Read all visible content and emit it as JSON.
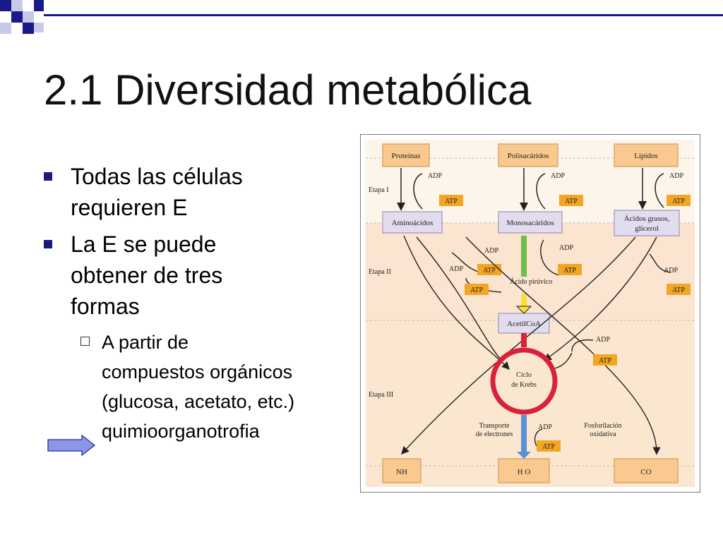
{
  "slide": {
    "title": "2.1 Diversidad metabólica",
    "bullets": [
      {
        "text_lines": [
          "Todas las células",
          "requieren E"
        ]
      },
      {
        "text_lines": [
          "La E se puede",
          "obtener de tres",
          "formas"
        ]
      }
    ],
    "sub_bullet": {
      "text_lines": [
        "A partir de",
        "compuestos orgánicos",
        "(glucosa, acetato, etc.)",
        "quimioorganotrofia"
      ]
    }
  },
  "diagram": {
    "stages": [
      "Etapa I",
      "Etapa II",
      "Etapa III"
    ],
    "top_boxes": [
      "Proteínas",
      "Polisacáridos",
      "Lípidos"
    ],
    "mid_boxes": [
      "Aminoácidos",
      "Monosacáridos",
      "Ácidos grasos,",
      "glicerol"
    ],
    "acid_label": "Ácido pirúvico",
    "acetil": "AcetilCoA",
    "krebs": [
      "Ciclo",
      "de Krebs"
    ],
    "transport": [
      "Transporte",
      "de electrones"
    ],
    "fosfo": [
      "Fosforilación",
      "oxidativa"
    ],
    "adp": "ADP",
    "atp": "ATP",
    "products": [
      "NH",
      "H O",
      "CO"
    ],
    "colors": {
      "stage1": "#fdf5ea",
      "stage2": "#fbe4d0",
      "stage3": "#fbe7cf",
      "box": "#f9c98f",
      "atp": "#f2a623",
      "krebs": "#d9213b",
      "green": "#6cc04a",
      "yellow": "#f7e03a",
      "blue": "#5b8fd6"
    }
  }
}
